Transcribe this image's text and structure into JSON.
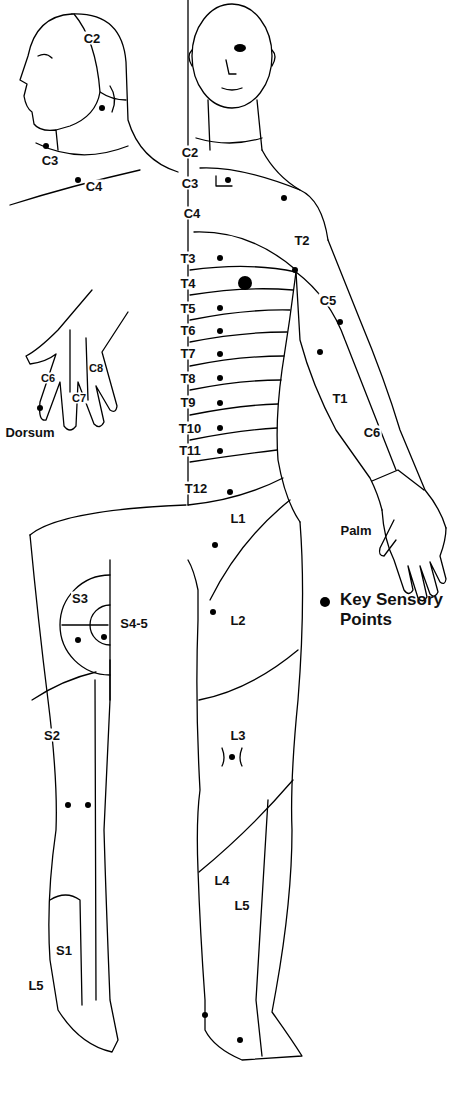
{
  "diagram": {
    "labels": [
      "C2",
      "C3",
      "C4",
      "C2",
      "C3",
      "C4",
      "T2",
      "T3",
      "T4",
      "T5",
      "T6",
      "T7",
      "T8",
      "T9",
      "T10",
      "T11",
      "T12",
      "C5",
      "T1",
      "C6",
      "L1",
      "L2",
      "L3",
      "L4",
      "L5",
      "Palm",
      "C6",
      "C8",
      "C7",
      "Dorsum",
      "S3",
      "S4-5",
      "S2",
      "L5",
      "S1"
    ],
    "legend": [
      {
        "text": "Key Sensory Points"
      }
    ]
  }
}
